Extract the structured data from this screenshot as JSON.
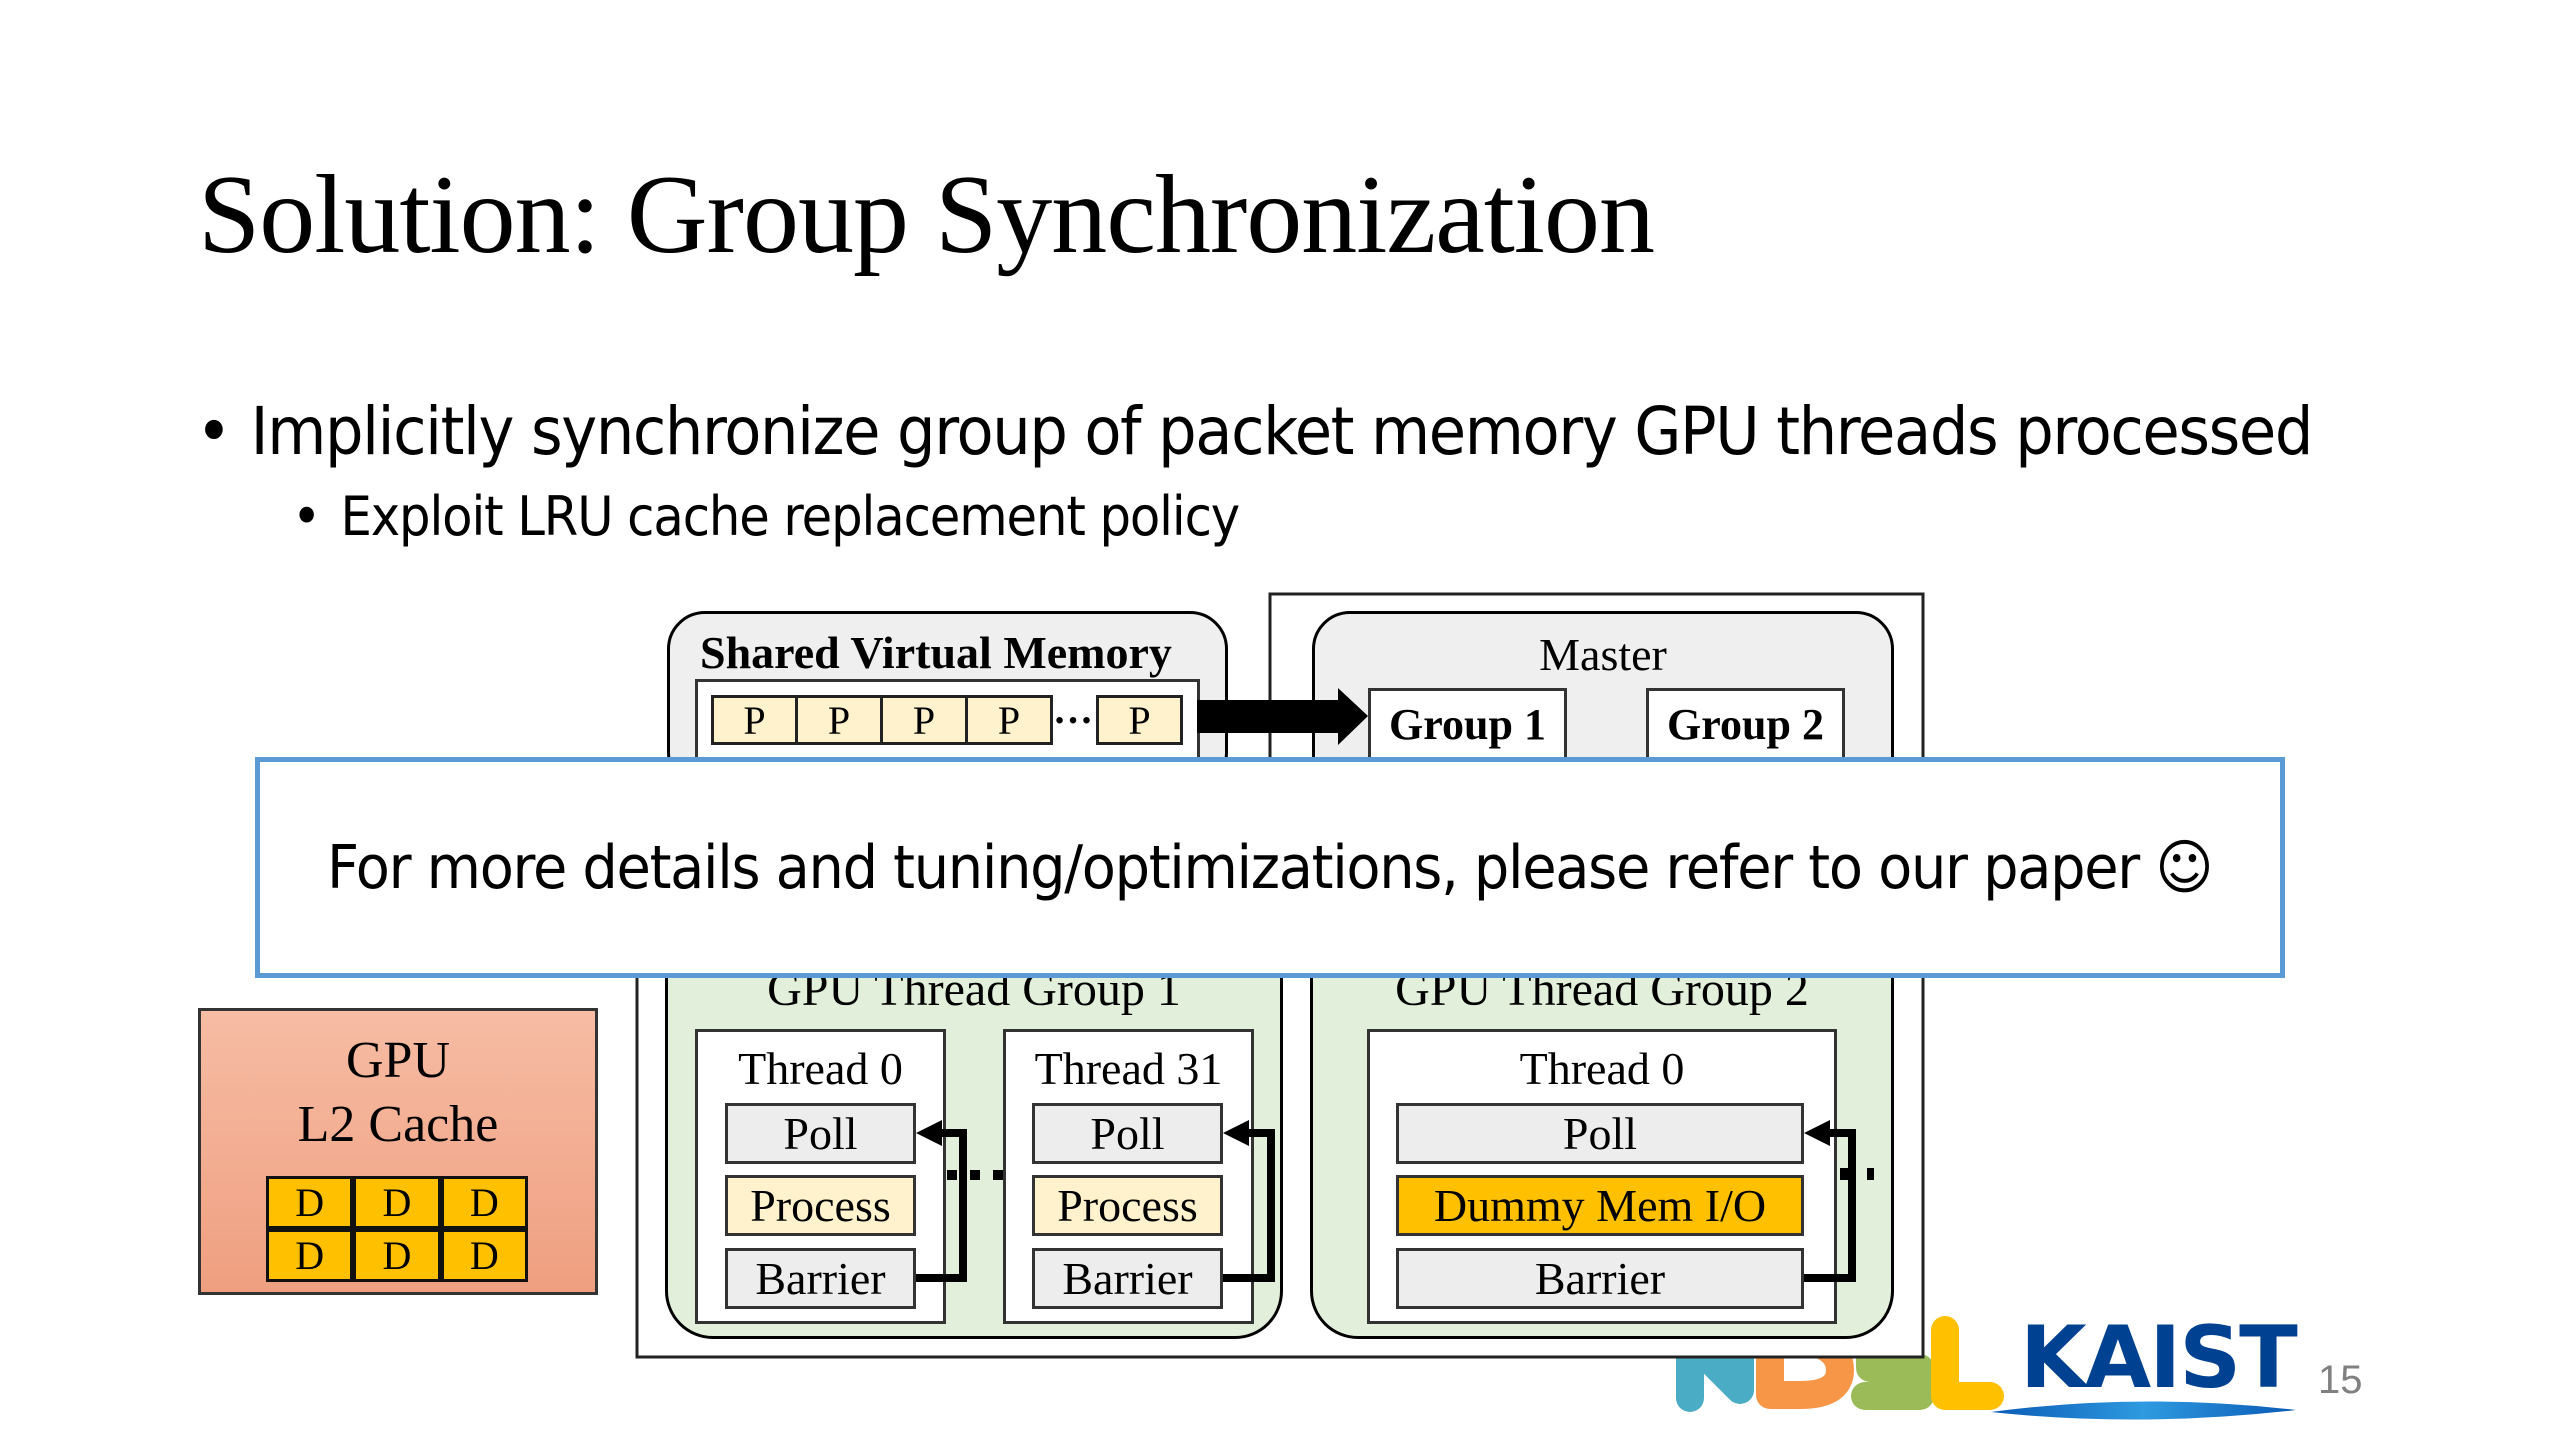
{
  "slide": {
    "title": "Solution: Group Synchronization",
    "bullets": [
      {
        "level": 1,
        "text": "Implicitly synchronize group of packet memory GPU threads processed"
      },
      {
        "level": 2,
        "text": "Exploit LRU cache replacement policy"
      }
    ],
    "bullet_glyph": "•",
    "page_number": "15"
  },
  "diagram": {
    "shared_memory": {
      "title": "Shared Virtual Memory",
      "packets": [
        "P",
        "P",
        "P",
        "P",
        "P"
      ],
      "ellipsis": "…"
    },
    "master": {
      "title": "Master",
      "groups": [
        "Group 1",
        "Group 2"
      ]
    },
    "l2_cache": {
      "title_line1": "GPU",
      "title_line2": "L2 Cache",
      "cells": [
        "D",
        "D",
        "D",
        "D",
        "D",
        "D"
      ]
    },
    "thread_groups": [
      {
        "title": "GPU Thread Group 1",
        "threads": [
          {
            "name": "Thread 0",
            "steps": [
              "Poll",
              "Process",
              "Barrier"
            ]
          },
          {
            "name": "Thread 31",
            "steps": [
              "Poll",
              "Process",
              "Barrier"
            ]
          }
        ]
      },
      {
        "title": "GPU Thread Group 2",
        "threads": [
          {
            "name": "Thread 0",
            "steps": [
              "Poll",
              "Dummy Mem I/O",
              "Barrier"
            ]
          }
        ]
      }
    ]
  },
  "popup": {
    "text": "For more details and tuning/optimizations, please refer to our paper ☺"
  },
  "logos": {
    "kaist": "KAIST",
    "ndsl": "NDSL"
  },
  "colors": {
    "popup_border": "#5b9bd5",
    "packet_fill": "#fff2cc",
    "dummy_fill": "#ffc000",
    "group_fill": "#e2efda",
    "kaist_blue": "#004191"
  }
}
